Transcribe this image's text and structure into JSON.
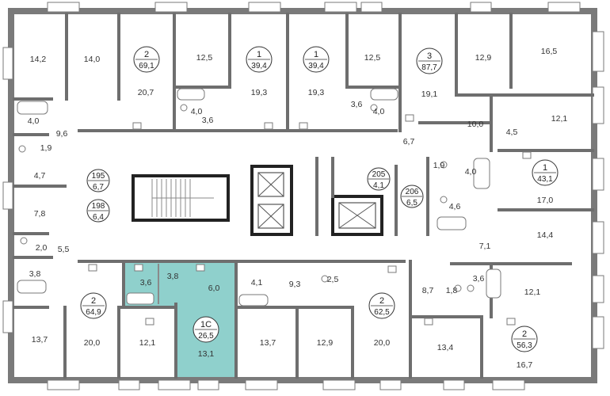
{
  "rooms": {
    "r1": "14,2",
    "r2": "14,0",
    "r3": "20,7",
    "r4": "12,5",
    "r5": "19,3",
    "r6": "19,3",
    "r7": "12,5",
    "r8": "19,1",
    "r9": "12,9",
    "r10": "16,5",
    "r11": "4,0",
    "r12": "3,6",
    "r13": "3,6",
    "r14": "4,0",
    "r15": "10,0",
    "r16": "4,5",
    "r17": "12,1",
    "r18": "4,0",
    "r19": "9,6",
    "r20": "1,9",
    "r21": "4,7",
    "r22": "6,7",
    "r23": "1,9",
    "r24": "4,0",
    "r25": "17,0",
    "r26": "7,8",
    "r27": "4,6",
    "r28": "14,4",
    "r29": "2,0",
    "r30": "5,5",
    "r31": "3,8",
    "r32": "7,1",
    "r33": "3,6",
    "r34": "3,8",
    "r35": "6,0",
    "r36": "4,1",
    "r37": "9,3",
    "r38": "2,5",
    "r39": "8,7",
    "r40": "1,8",
    "r41": "3,6",
    "r42": "12,1",
    "r43": "13,7",
    "r44": "20,0",
    "r45": "12,1",
    "r46": "13,1",
    "r47": "13,7",
    "r48": "12,9",
    "r49": "20,0",
    "r50": "13,4",
    "r51": "16,7"
  },
  "badges": {
    "b1": {
      "top": "2",
      "bottom": "69,1"
    },
    "b2": {
      "top": "1",
      "bottom": "39,4"
    },
    "b3": {
      "top": "1",
      "bottom": "39,4"
    },
    "b4": {
      "top": "3",
      "bottom": "87,7"
    },
    "b5": {
      "top": "195",
      "bottom": "6,7"
    },
    "b6": {
      "top": "198",
      "bottom": "6,4"
    },
    "b7": {
      "top": "205",
      "bottom": "4,1"
    },
    "b8": {
      "top": "206",
      "bottom": "6,5"
    },
    "b9": {
      "top": "1",
      "bottom": "43,1"
    },
    "b10": {
      "top": "2",
      "bottom": "64,9"
    },
    "b11": {
      "top": "1С",
      "bottom": "26,5"
    },
    "b12": {
      "top": "2",
      "bottom": "62,5"
    },
    "b13": {
      "top": "2",
      "bottom": "56,3"
    }
  },
  "colors": {
    "highlight": "#8fd0cc",
    "walls": "#6e6e6e"
  }
}
